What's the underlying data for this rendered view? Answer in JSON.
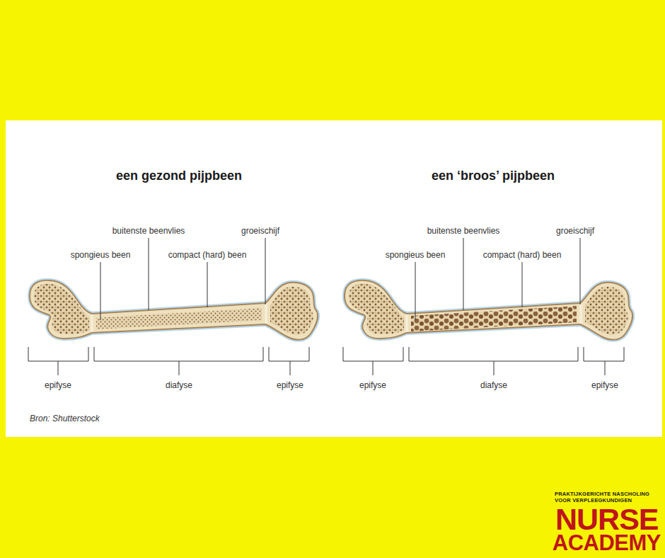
{
  "diagram": {
    "caption": "Bron: Shutterstock",
    "labels": [
      "een gezond pijpbeen",
      "buitenste beenvlies",
      "groeischijf",
      "spongieus been",
      "compact (hard) been",
      "epifyse",
      "diafyse",
      "epifyse",
      "een ‘broos’ pijpbeen",
      "buitenste beenvlies",
      "groeischijf",
      "spongieus been",
      "compact (hard) been",
      "epifyse",
      "diafyse",
      "epifyse",
      "PRAKTIJKGERICHTE NASCHOLING VOOR VERPLEEGKUNDIGEN",
      "NURSE",
      "ACADEMY"
    ]
  }
}
